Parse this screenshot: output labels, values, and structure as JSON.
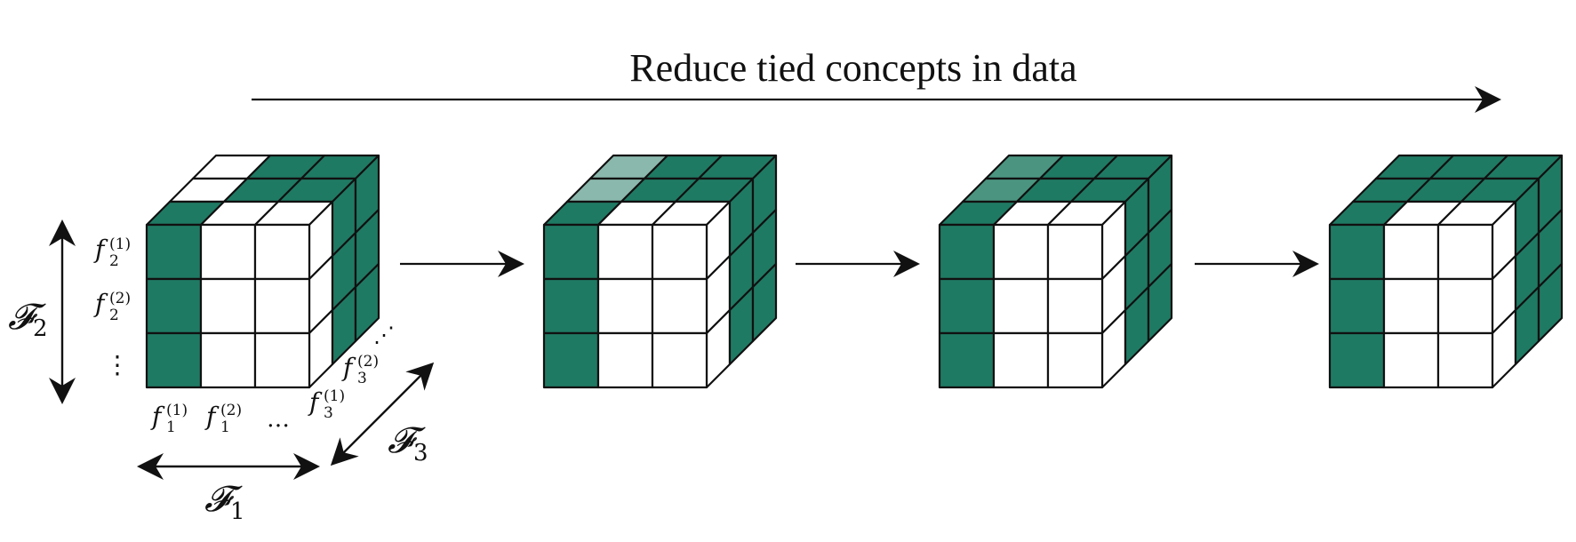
{
  "title": "Reduce tied concepts in data",
  "colors": {
    "dark": "#1f7a63",
    "light": "#8bb8ac",
    "medium": "#4b9580",
    "empty": "#ffffff",
    "stroke": "#111111"
  },
  "axes": {
    "f1": {
      "label": "𝓕",
      "sub": "1"
    },
    "f2": {
      "label": "𝓕",
      "sub": "2"
    },
    "f3": {
      "label": "𝓕",
      "sub": "3"
    }
  },
  "feature_labels": {
    "f1_1": {
      "base": "f",
      "sub": "1",
      "sup": "(1)"
    },
    "f1_2": {
      "base": "f",
      "sub": "1",
      "sup": "(2)"
    },
    "f2_1": {
      "base": "f",
      "sub": "2",
      "sup": "(1)"
    },
    "f2_2": {
      "base": "f",
      "sub": "2",
      "sup": "(2)"
    },
    "f3_1": {
      "base": "f",
      "sub": "3",
      "sup": "(1)"
    },
    "f3_2": {
      "base": "f",
      "sub": "3",
      "sup": "(2)"
    },
    "h_ellipsis": "…",
    "v_ellipsis": "⋮",
    "d_ellipsis": "⋰"
  },
  "cubes": [
    {
      "front": [
        [
          "dark",
          "empty",
          "empty"
        ],
        [
          "dark",
          "empty",
          "empty"
        ],
        [
          "dark",
          "empty",
          "empty"
        ]
      ],
      "top": [
        [
          "empty",
          "dark",
          "dark"
        ],
        [
          "empty",
          "dark",
          "dark"
        ],
        [
          "dark",
          "empty",
          "empty"
        ]
      ],
      "side": [
        [
          "empty",
          "dark",
          "dark"
        ],
        [
          "empty",
          "dark",
          "dark"
        ],
        [
          "empty",
          "dark",
          "dark"
        ]
      ]
    },
    {
      "front": [
        [
          "dark",
          "empty",
          "empty"
        ],
        [
          "dark",
          "empty",
          "empty"
        ],
        [
          "dark",
          "empty",
          "empty"
        ]
      ],
      "top": [
        [
          "light",
          "dark",
          "dark"
        ],
        [
          "light",
          "dark",
          "dark"
        ],
        [
          "dark",
          "empty",
          "empty"
        ]
      ],
      "side": [
        [
          "empty",
          "dark",
          "dark"
        ],
        [
          "empty",
          "dark",
          "dark"
        ],
        [
          "empty",
          "dark",
          "dark"
        ]
      ]
    },
    {
      "front": [
        [
          "dark",
          "empty",
          "empty"
        ],
        [
          "dark",
          "empty",
          "empty"
        ],
        [
          "dark",
          "empty",
          "empty"
        ]
      ],
      "top": [
        [
          "medium",
          "dark",
          "dark"
        ],
        [
          "medium",
          "dark",
          "dark"
        ],
        [
          "dark",
          "empty",
          "empty"
        ]
      ],
      "side": [
        [
          "empty",
          "dark",
          "dark"
        ],
        [
          "empty",
          "dark",
          "dark"
        ],
        [
          "empty",
          "dark",
          "dark"
        ]
      ]
    },
    {
      "front": [
        [
          "dark",
          "empty",
          "empty"
        ],
        [
          "dark",
          "empty",
          "empty"
        ],
        [
          "dark",
          "empty",
          "empty"
        ]
      ],
      "top": [
        [
          "dark",
          "dark",
          "dark"
        ],
        [
          "dark",
          "dark",
          "dark"
        ],
        [
          "dark",
          "empty",
          "empty"
        ]
      ],
      "side": [
        [
          "empty",
          "dark",
          "dark"
        ],
        [
          "empty",
          "dark",
          "dark"
        ],
        [
          "empty",
          "dark",
          "dark"
        ]
      ]
    }
  ]
}
